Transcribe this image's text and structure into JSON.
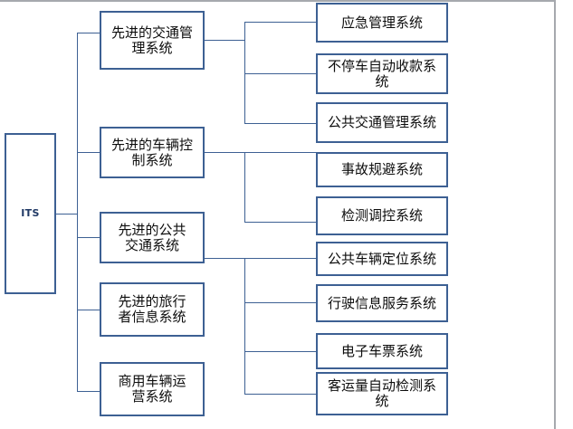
{
  "diagram": {
    "type": "tree",
    "title": "ITS system hierarchy",
    "colors": {
      "node_border": "#3d6093",
      "connector": "#3d6093",
      "node_fill": "#ffffff",
      "root_text": "#1f3864",
      "frame": "#a6a9ae"
    },
    "root": {
      "label": "ITS"
    },
    "level1": [
      {
        "label": "先进的交通管\n理系统"
      },
      {
        "label": "先进的车辆控\n制系统"
      },
      {
        "label": "先进的公共\n交通系统"
      },
      {
        "label": "先进的旅行\n者信息系统"
      },
      {
        "label": "商用车辆运\n营系统"
      }
    ],
    "level2": [
      {
        "label": "应急管理系统"
      },
      {
        "label": "不停车自动收款系\n统"
      },
      {
        "label": "公共交通管理系统"
      },
      {
        "label": "事故规避系统"
      },
      {
        "label": "检测调控系统"
      },
      {
        "label": "公共车辆定位系统"
      },
      {
        "label": "行驶信息服务系统"
      },
      {
        "label": "电子车票系统"
      },
      {
        "label": "客运量自动检测系\n统"
      }
    ],
    "edges": {
      "root_to_level1": [
        0,
        1,
        2,
        3,
        4
      ],
      "level1_0_children": [
        0,
        1,
        2
      ],
      "level1_1_children": [
        3,
        4
      ],
      "level1_2_children": [
        5,
        6,
        7,
        8
      ]
    }
  }
}
